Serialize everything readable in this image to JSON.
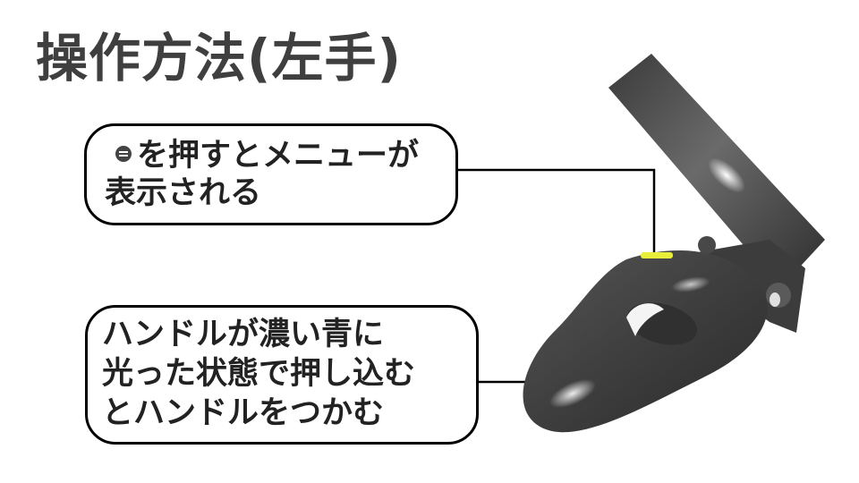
{
  "title": "操作方法(左手)",
  "callouts": {
    "menu": {
      "icon": "menu-button-icon",
      "line1": "を押すとメニューが",
      "line2": "表示される"
    },
    "grip": {
      "line1": "ハンドルが濃い青に",
      "line2": "光った状態で押し込む",
      "line3": "とハンドルをつかむ"
    }
  },
  "controller": {
    "menu_button_color": "#e8ee3a",
    "body_color": "#4a4a4a"
  }
}
